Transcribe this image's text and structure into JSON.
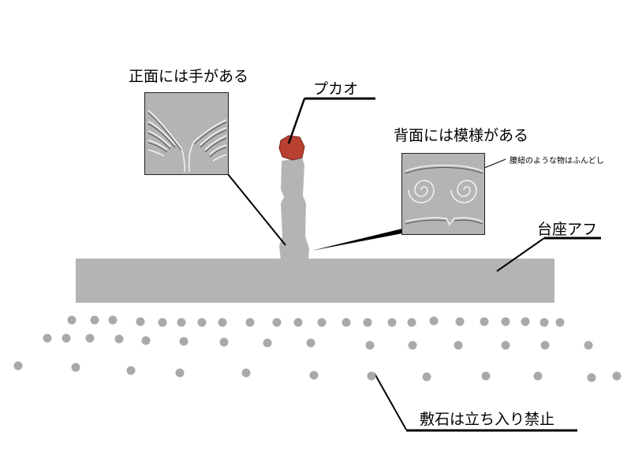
{
  "labels": {
    "front": "正面には手がある",
    "pukao": "プカオ",
    "back": "背面には模様がある",
    "back_note": "腰紐のような物はふんどし",
    "platform": "台座アフ",
    "stones": "敷石は立ち入り禁止"
  },
  "colors": {
    "platform": "#b4b4b4",
    "pukao": "#b84030",
    "dots": "#a9a9a9",
    "panel": "#b4b4b4"
  }
}
